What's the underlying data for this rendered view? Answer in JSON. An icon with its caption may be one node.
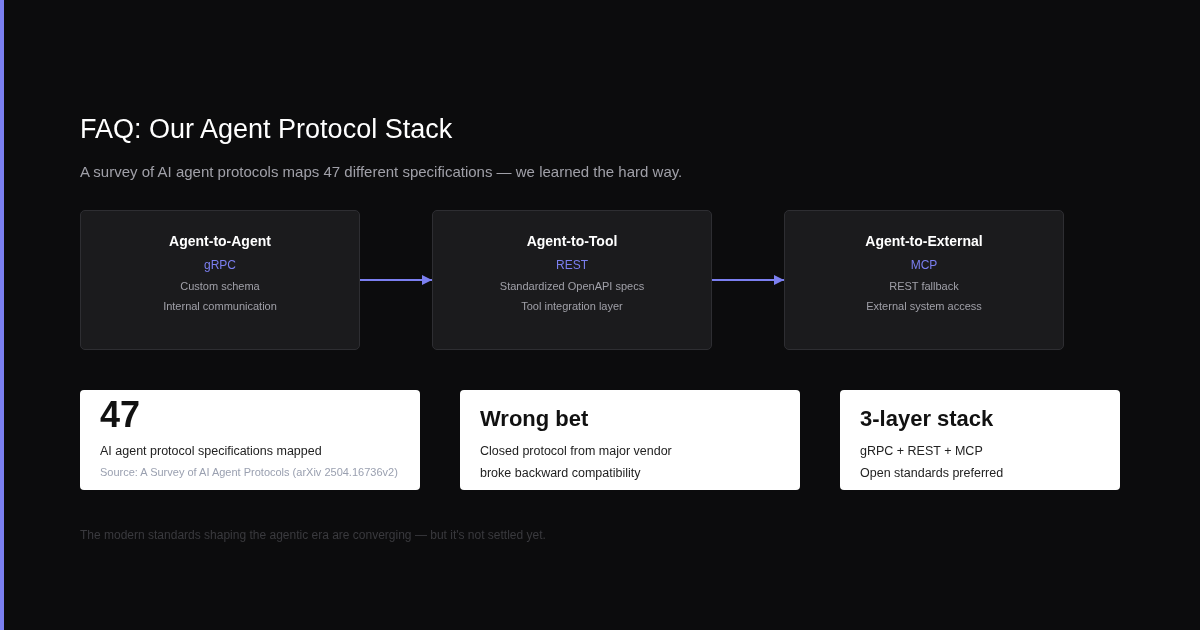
{
  "diagram": {
    "title": "FAQ: Our Agent Protocol Stack",
    "labels": [
      "A survey of AI agent protocols maps 47 different specifications — we learned the hard way."
    ],
    "caption": "The modern standards shaping the agentic era are converging — but it's not settled yet.",
    "nodes": [
      {
        "text": [
          "Agent-to-Agent",
          "gRPC",
          "Custom schema",
          "Internal communication"
        ]
      },
      {
        "text": [
          "Agent-to-Tool",
          "REST",
          "Standardized OpenAPI specs",
          "Tool integration layer"
        ]
      },
      {
        "text": [
          "Agent-to-External",
          "MCP",
          "REST fallback",
          "External system access"
        ]
      },
      {
        "text": [
          "47",
          "AI agent protocol specifications mapped",
          "Source: A Survey of AI Agent Protocols (arXiv 2504.16736v2)"
        ]
      },
      {
        "text": [
          "Wrong bet",
          "Closed protocol from major vendor",
          "broke backward compatibility"
        ]
      },
      {
        "text": [
          "3-layer stack",
          "gRPC + REST + MCP",
          "Open standards preferred"
        ]
      }
    ],
    "edges": [
      {
        "from": 0,
        "to": 1,
        "arrow": "to"
      },
      {
        "from": 1,
        "to": 2,
        "arrow": "to"
      }
    ]
  }
}
